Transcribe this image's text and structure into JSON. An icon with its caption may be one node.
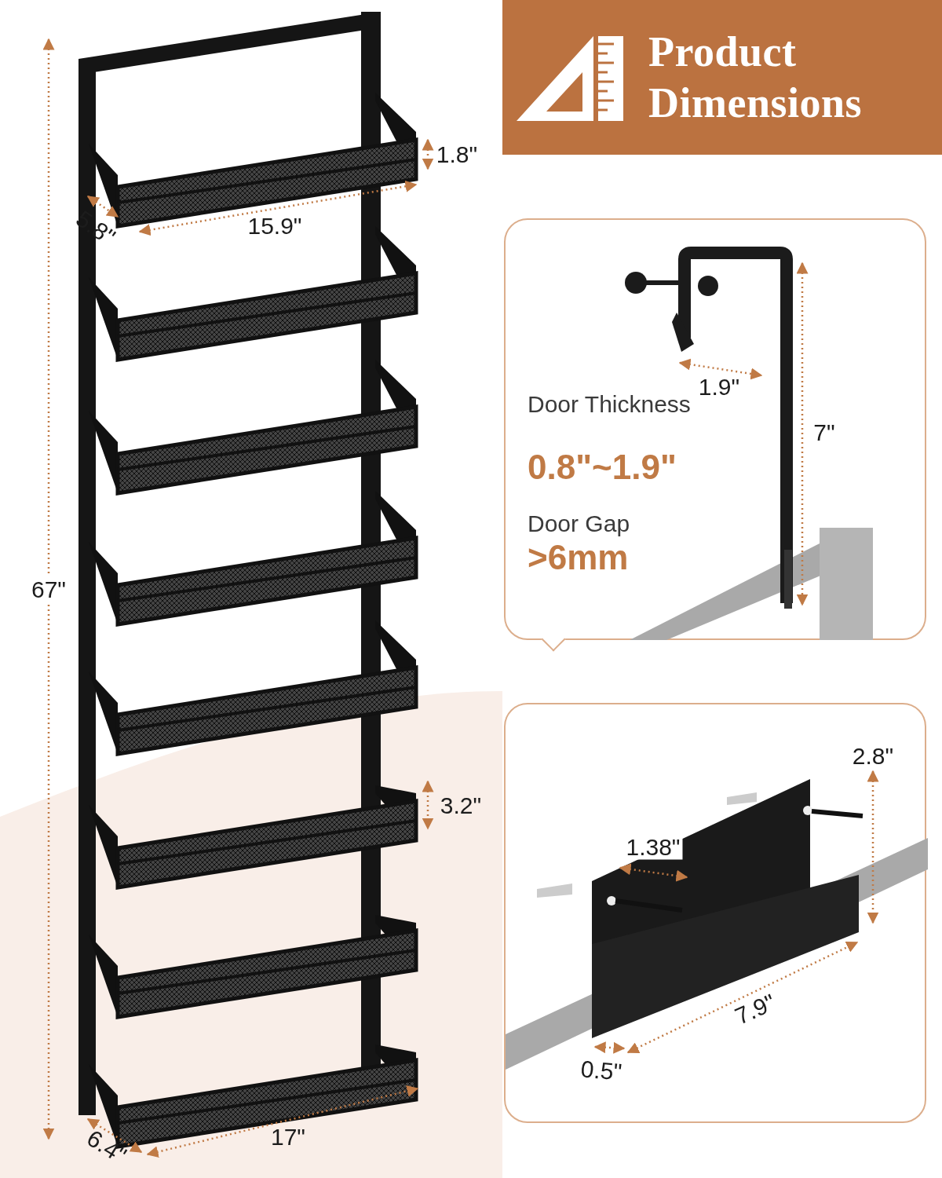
{
  "diagram": {
    "title": "Product Dimensions",
    "nodes": [
      {
        "text": [
          "Door Thickness",
          "0.8\"~1.9\"",
          "Door Gap",
          ">6mm"
        ]
      },
      {
        "text": [],
        "shape": "box"
      }
    ],
    "labels": [
      "1.8\"",
      "5.8\"",
      "15.9\"",
      "1.9\"",
      "7\"",
      "67\"",
      "2.8\"",
      "3.2\"",
      "1.38\"",
      "7.9\"",
      "0.5\"",
      "17\"",
      "6.4\""
    ]
  }
}
